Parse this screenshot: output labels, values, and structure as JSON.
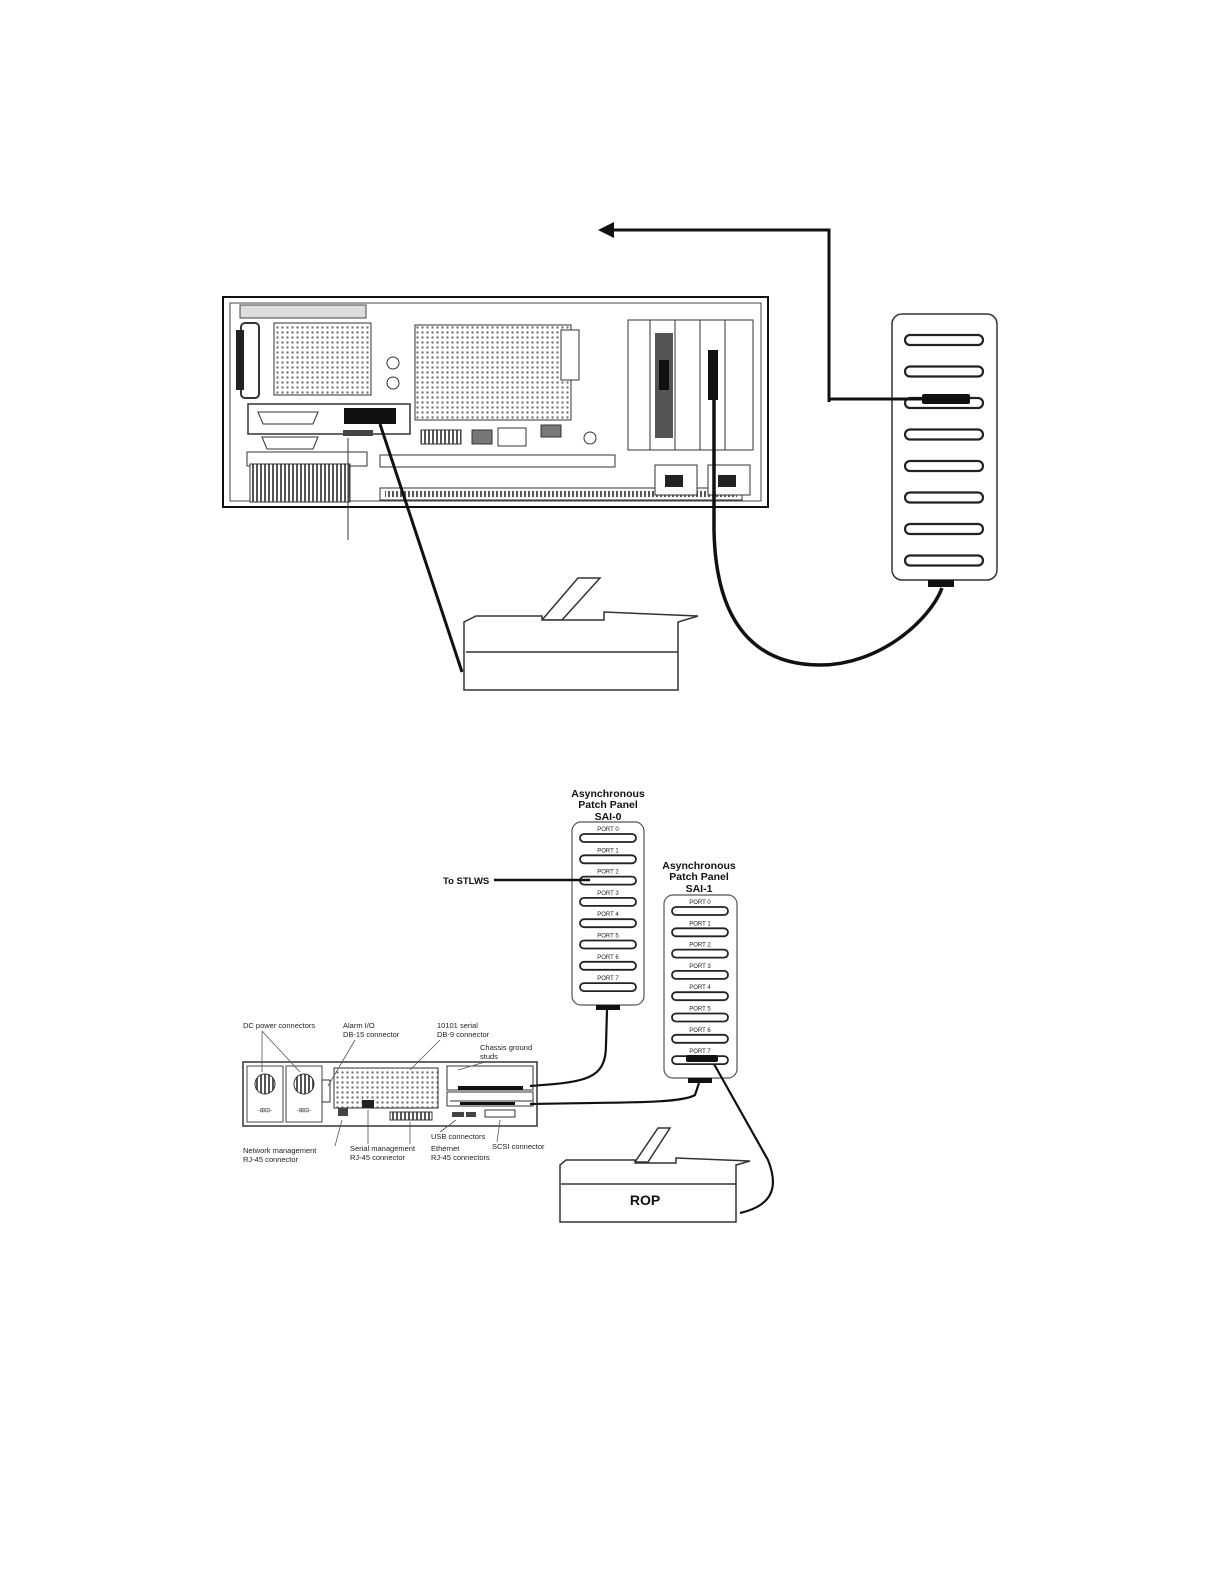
{
  "lower_diagram": {
    "panel_sai0": {
      "title_line1": "Asynchronous",
      "title_line2": "Patch Panel",
      "title_line3": "SAI-0"
    },
    "panel_sai1": {
      "title_line1": "Asynchronous",
      "title_line2": "Patch Panel",
      "title_line3": "SAI-1"
    },
    "ports": [
      "PORT 0",
      "PORT 1",
      "PORT 2",
      "PORT 3",
      "PORT 4",
      "PORT 5",
      "PORT 6",
      "PORT 7"
    ],
    "to_stlws": "To STLWS",
    "rop": "ROP",
    "server_labels": {
      "dc_power": "DC power connectors",
      "alarm_1": "Alarm I/O",
      "alarm_2": "DB-15 connector",
      "serial_1": "10101 serial",
      "serial_2": "DB-9 connector",
      "chassis_1": "Chassis ground",
      "chassis_2": "studs",
      "netmgmt_1": "Network management",
      "netmgmt_2": "RJ-45 connector",
      "sermgmt_1": "Serial management",
      "sermgmt_2": "RJ-45 connector",
      "usb": "USB connectors",
      "ethernet_1": "Ethernet",
      "ethernet_2": "RJ-45 connectors",
      "scsi": "SCSI connector"
    }
  }
}
